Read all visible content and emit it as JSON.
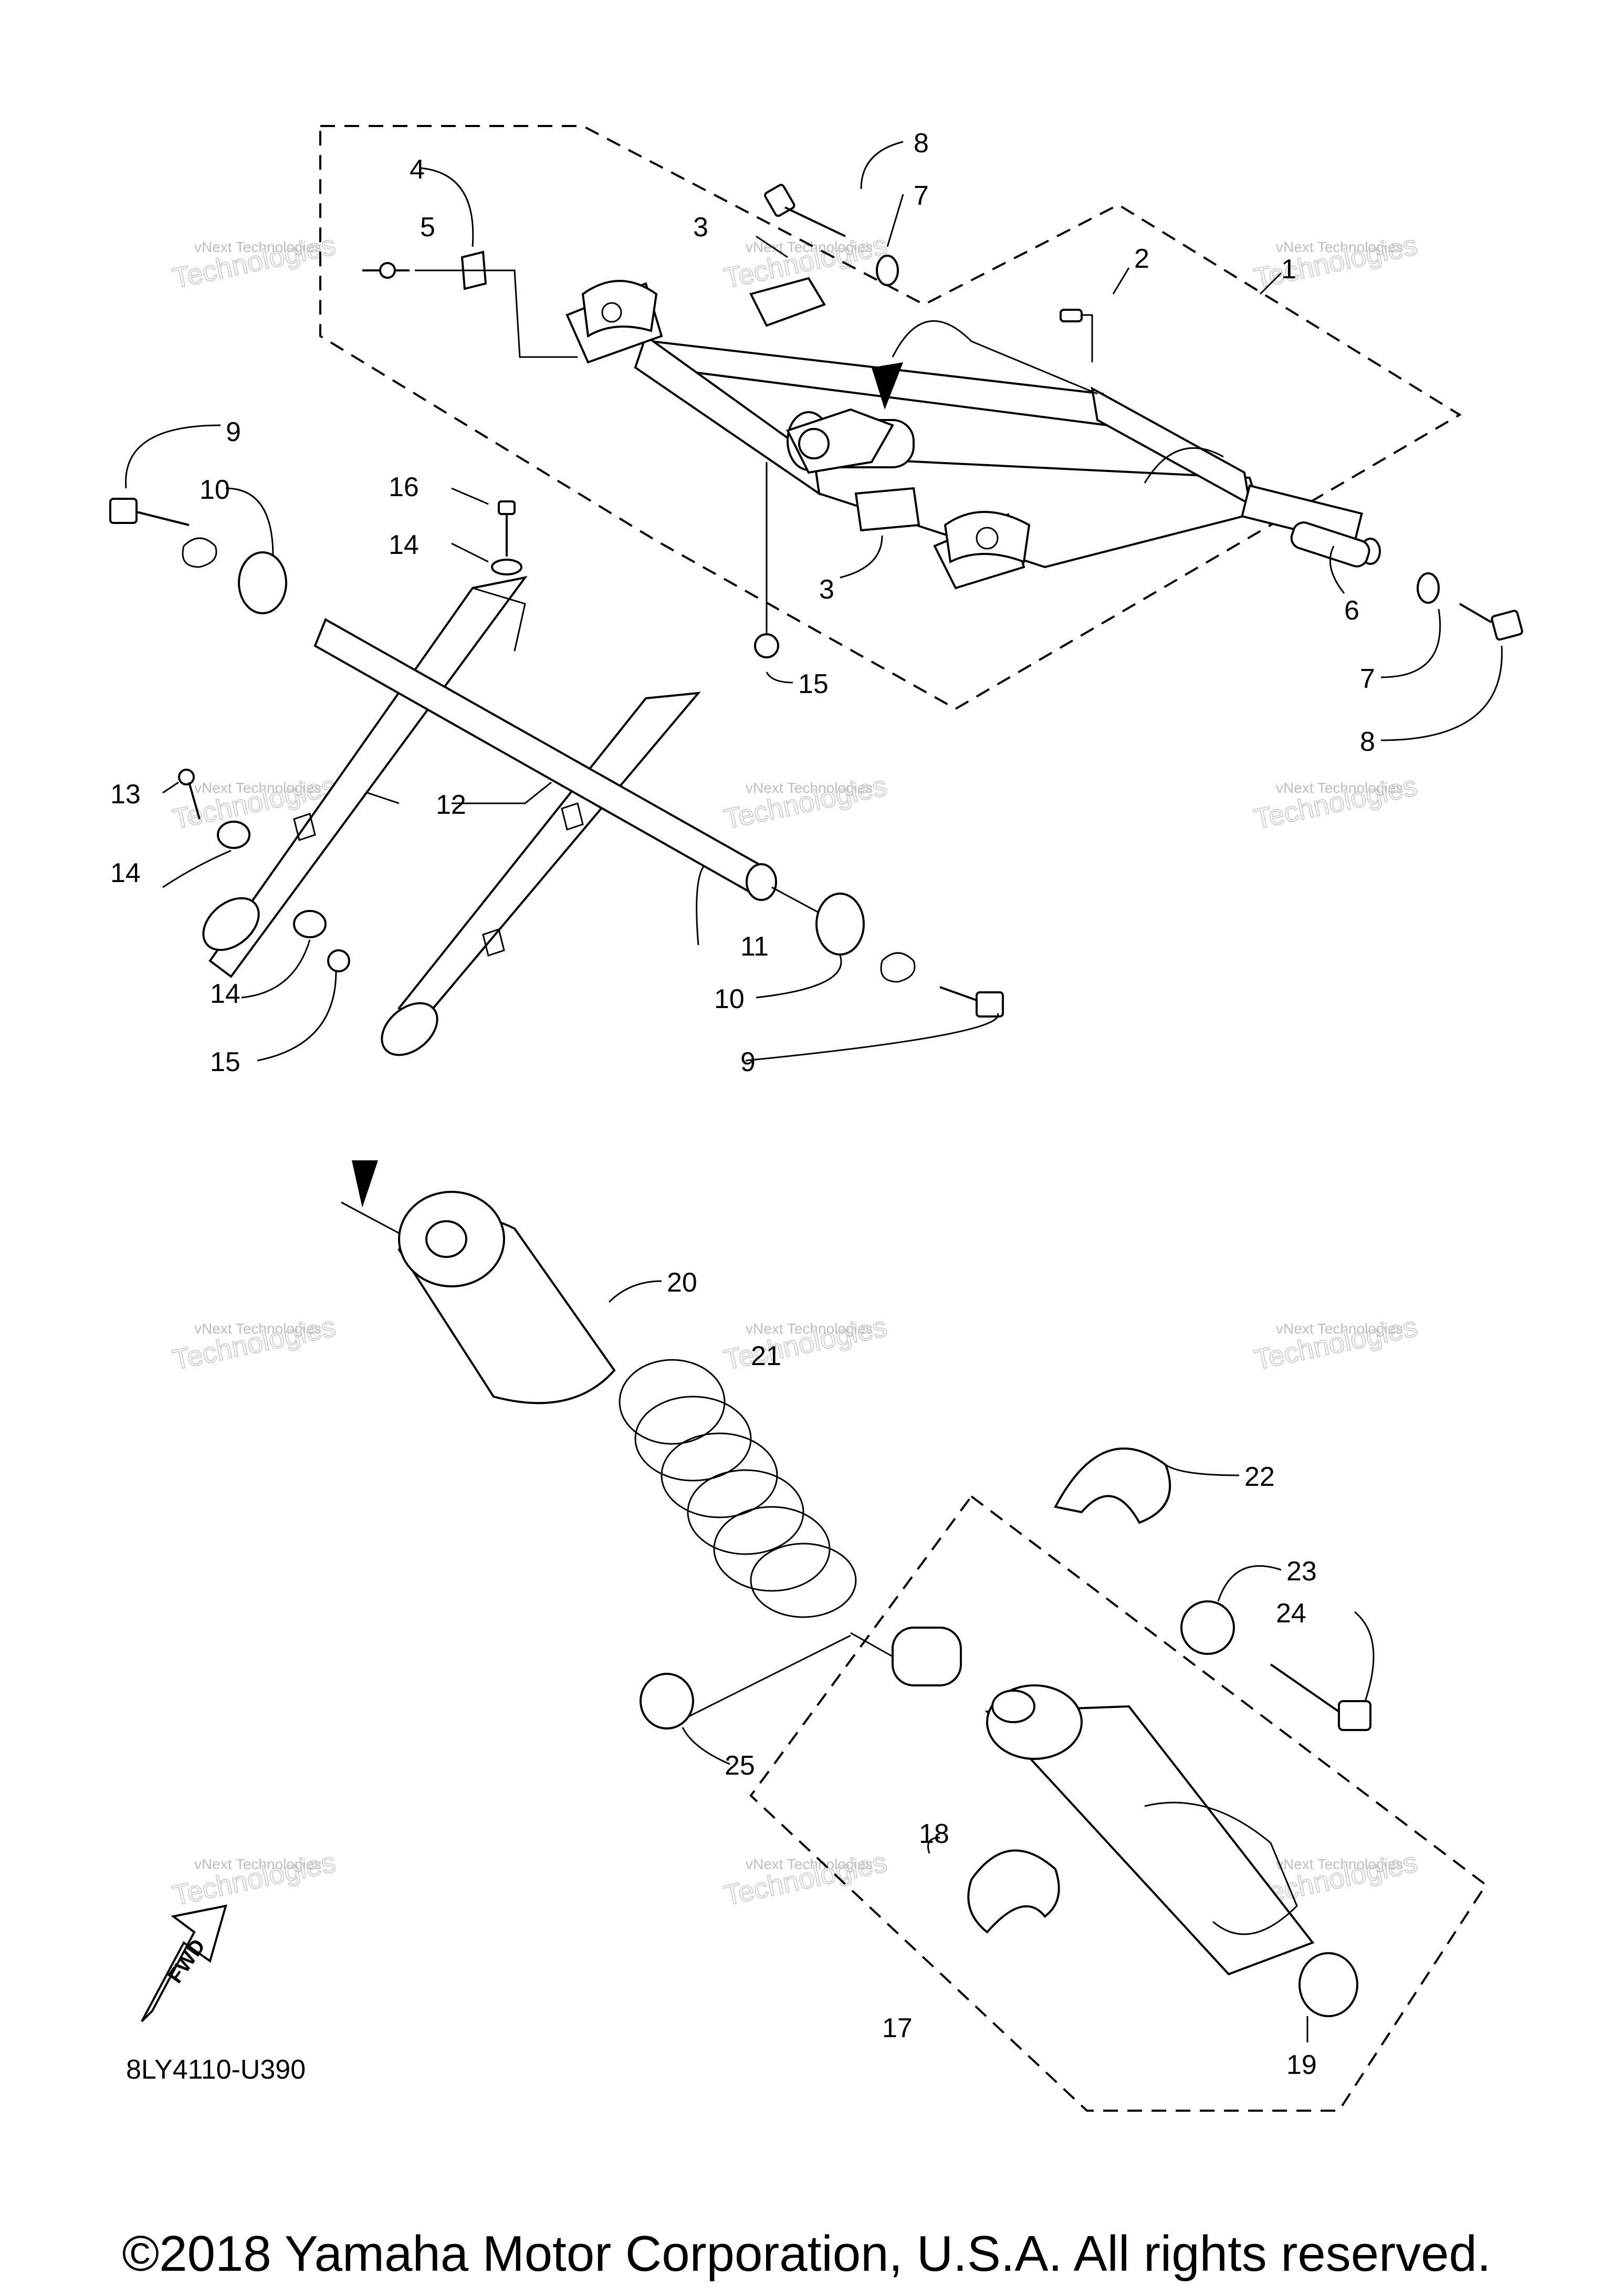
{
  "callouts": [
    {
      "id": "c1",
      "label": "1"
    },
    {
      "id": "c2",
      "label": "2"
    },
    {
      "id": "c3a",
      "label": "3"
    },
    {
      "id": "c3b",
      "label": "3"
    },
    {
      "id": "c4",
      "label": "4"
    },
    {
      "id": "c5",
      "label": "5"
    },
    {
      "id": "c6",
      "label": "6"
    },
    {
      "id": "c7a",
      "label": "7"
    },
    {
      "id": "c7b",
      "label": "7"
    },
    {
      "id": "c8a",
      "label": "8"
    },
    {
      "id": "c8b",
      "label": "8"
    },
    {
      "id": "c9a",
      "label": "9"
    },
    {
      "id": "c9b",
      "label": "9"
    },
    {
      "id": "c10a",
      "label": "10"
    },
    {
      "id": "c10b",
      "label": "10"
    },
    {
      "id": "c11",
      "label": "11"
    },
    {
      "id": "c12",
      "label": "12"
    },
    {
      "id": "c13",
      "label": "13"
    },
    {
      "id": "c14a",
      "label": "14"
    },
    {
      "id": "c14b",
      "label": "14"
    },
    {
      "id": "c14c",
      "label": "14"
    },
    {
      "id": "c15a",
      "label": "15"
    },
    {
      "id": "c15b",
      "label": "15"
    },
    {
      "id": "c16",
      "label": "16"
    },
    {
      "id": "c17",
      "label": "17"
    },
    {
      "id": "c18",
      "label": "18"
    },
    {
      "id": "c19",
      "label": "19"
    },
    {
      "id": "c20",
      "label": "20"
    },
    {
      "id": "c21",
      "label": "21"
    },
    {
      "id": "c22",
      "label": "22"
    },
    {
      "id": "c23",
      "label": "23"
    },
    {
      "id": "c24",
      "label": "24"
    },
    {
      "id": "c25",
      "label": "25"
    }
  ],
  "watermark": {
    "line1": "vNext Technologies",
    "line2": "Technologies",
    "line3": "vNext"
  },
  "fwd_label": "FWD",
  "drawing_code": "8LY4110-U390",
  "copyright": "©2018 Yamaha Motor Corporation, U.S.A. All rights reserved."
}
